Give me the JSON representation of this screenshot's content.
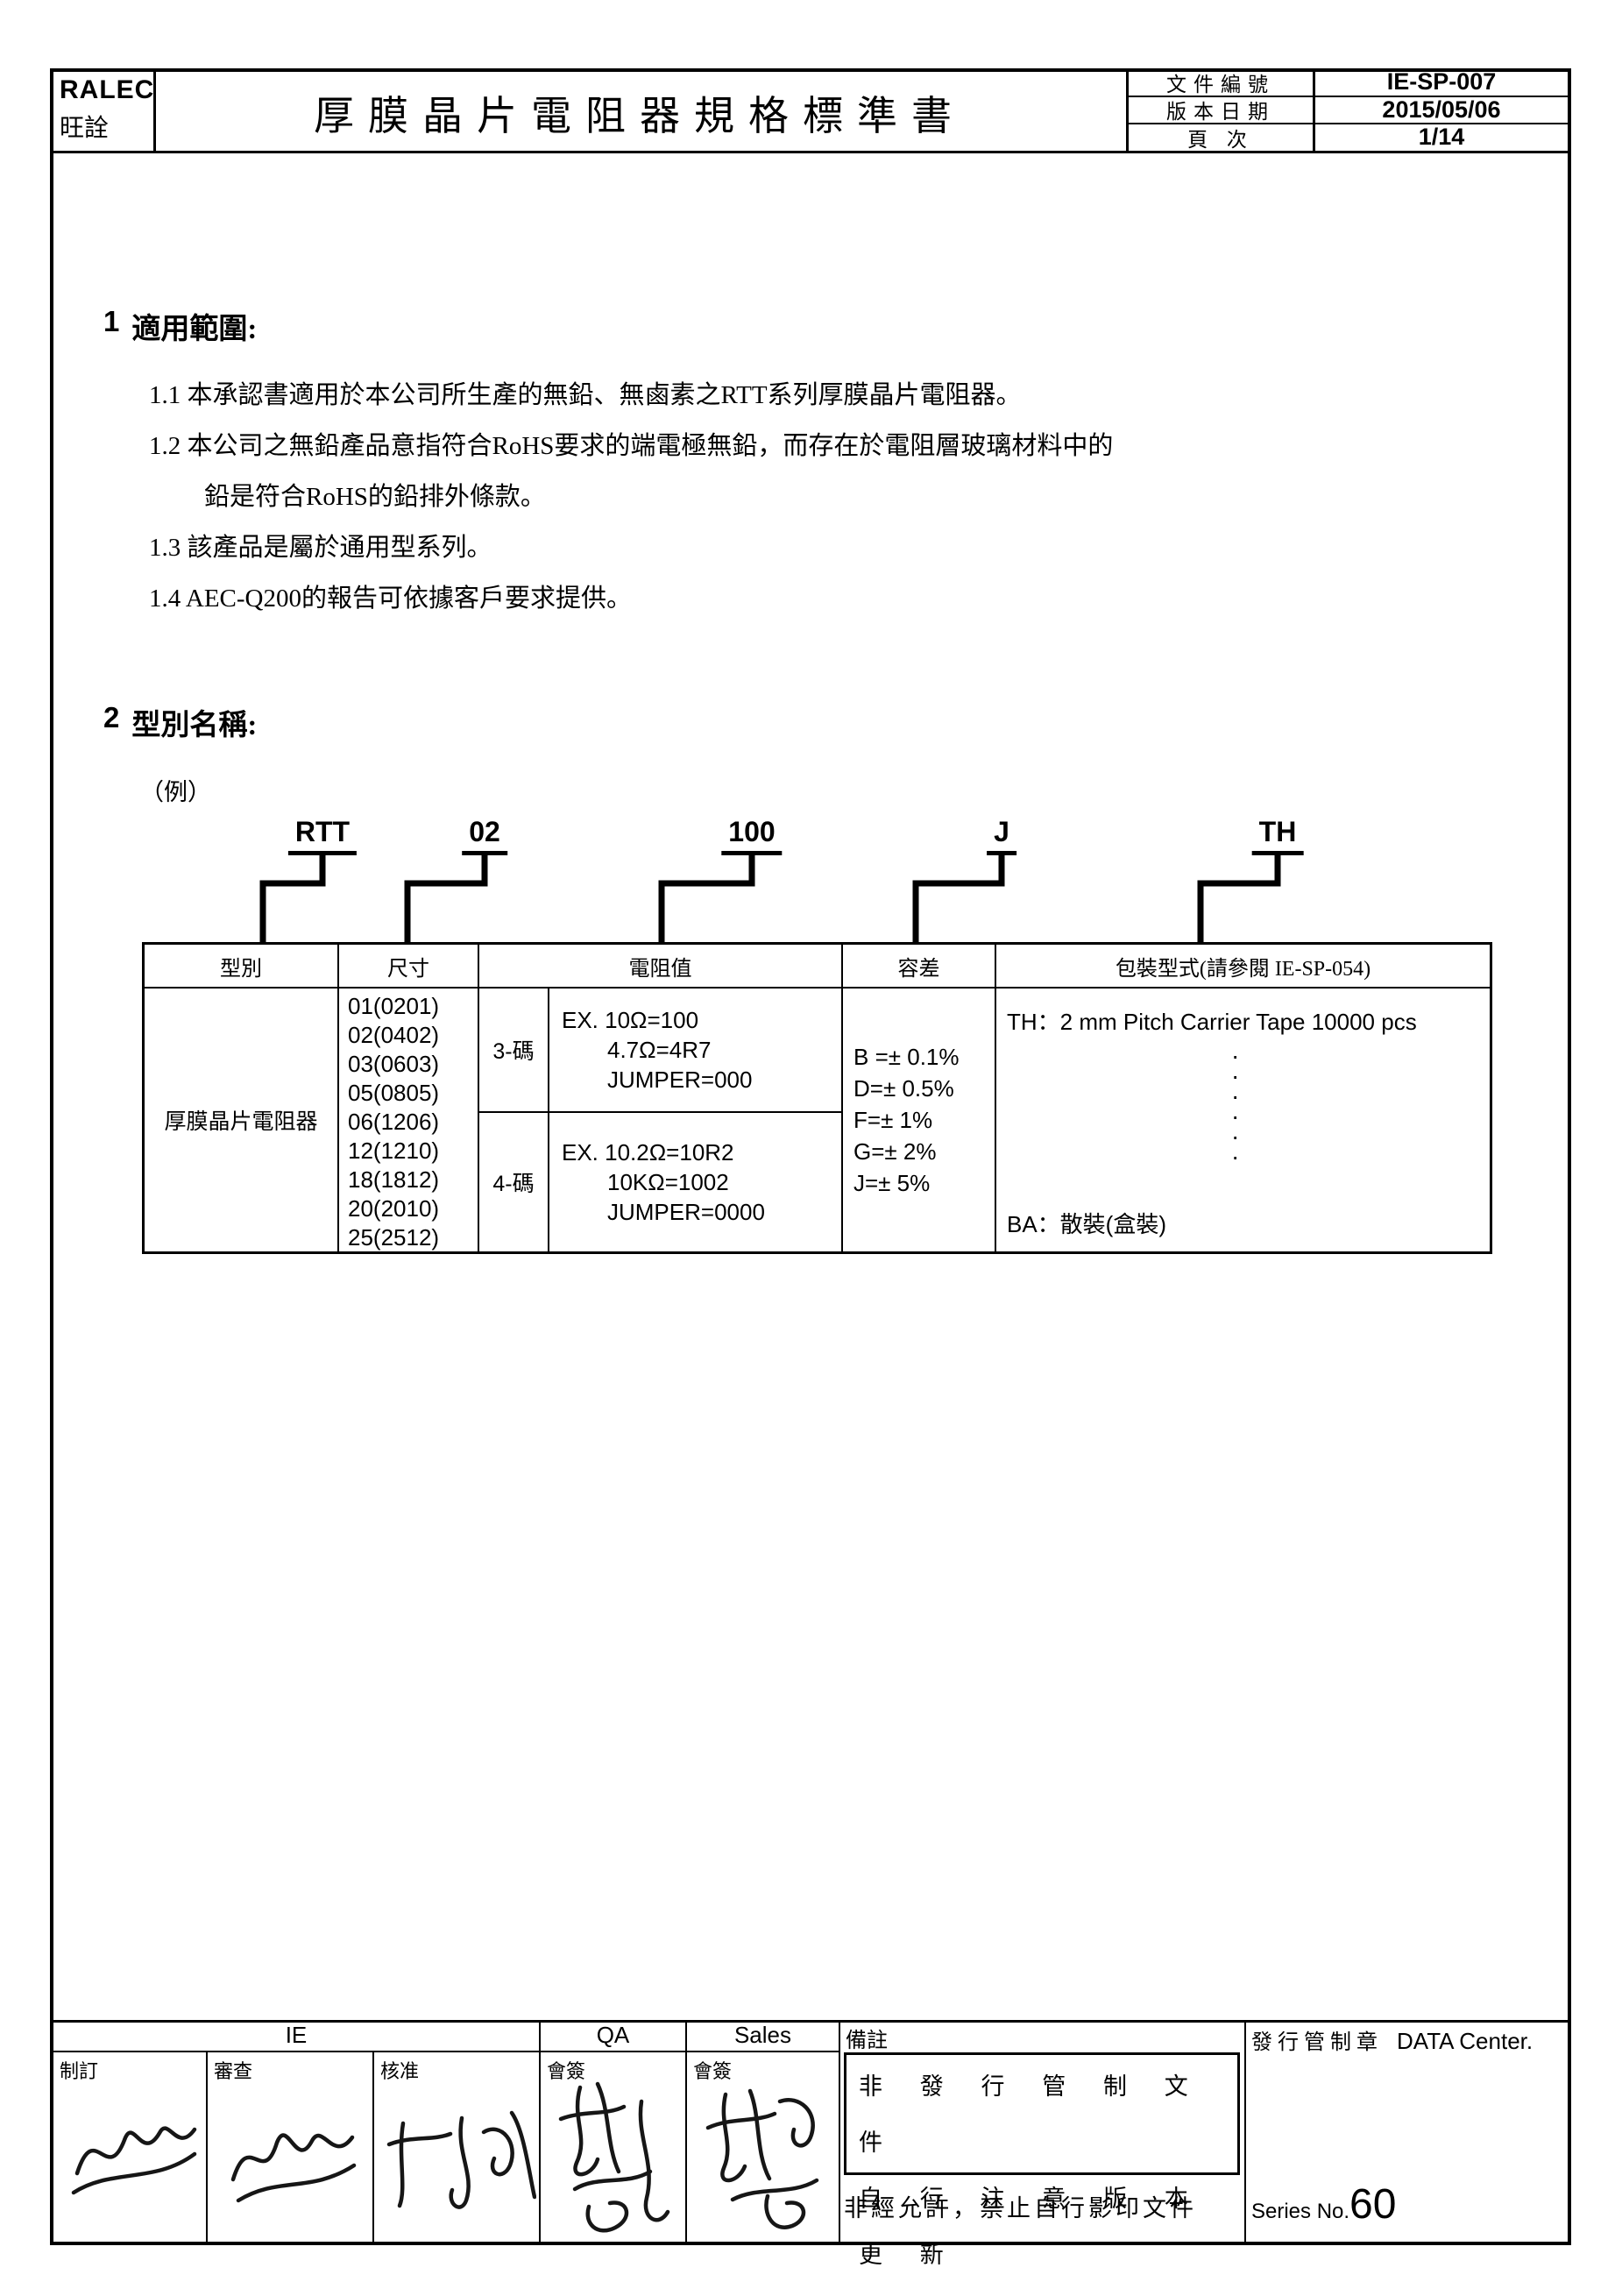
{
  "header": {
    "company": "RALEC",
    "company_cn": "旺詮",
    "title": "厚膜晶片電阻器規格標準書",
    "fields": [
      {
        "label": "文件編號",
        "value": "IE-SP-007"
      },
      {
        "label": "版本日期",
        "value": "2015/05/06"
      },
      {
        "label": "頁 次",
        "value": "1/14"
      }
    ]
  },
  "scope": {
    "heading_no": "1",
    "heading": "適用範圍:",
    "lines": [
      "1.1 本承認書適用於本公司所生產的無鉛、無鹵素之RTT系列厚膜晶片電阻器。",
      "1.2 本公司之無鉛產品意指符合RoHS要求的端電極無鉛，而存在於電阻層玻璃材料中的",
      "鉛是符合RoHS的鉛排外條款。",
      "1.3 該產品是屬於通用型系列。",
      "1.4 AEC-Q200的報告可依據客戶要求提供。"
    ]
  },
  "model": {
    "heading_no": "2",
    "heading": "型別名稱:",
    "example_label": "（例）",
    "codes": [
      "RTT",
      "02",
      "100",
      "J",
      "TH"
    ],
    "table": {
      "headers": [
        "型別",
        "尺寸",
        "電阻值",
        "容差",
        "包裝型式(請參閱 IE-SP-054)"
      ],
      "type": "厚膜晶片電阻器",
      "sizes": [
        "01(0201)",
        "02(0402)",
        "03(0603)",
        "05(0805)",
        "06(1206)",
        "12(1210)",
        "18(1812)",
        "20(2010)",
        "25(2512)"
      ],
      "res3_code": "3-碼",
      "res3_lines": [
        "EX. 10Ω=100",
        "4.7Ω=4R7",
        "JUMPER=000"
      ],
      "res4_code": "4-碼",
      "res4_lines": [
        "EX. 10.2Ω=10R2",
        "10KΩ=1002",
        "JUMPER=0000"
      ],
      "tolerances": [
        "B =± 0.1%",
        "D=± 0.5%",
        "F=± 1%",
        "G=± 2%",
        "J=± 5%"
      ],
      "pkg_top": "TH：2 mm Pitch Carrier Tape 10000 pcs",
      "pkg_dot": "·",
      "pkg_bottom": "BA：散裝(盒裝)"
    }
  },
  "footer": {
    "dept_ie": "IE",
    "dept_qa": "QA",
    "dept_sales": "Sales",
    "roles": [
      "制訂",
      "審查",
      "核准",
      "會簽",
      "會簽"
    ],
    "note_label": "備註",
    "note_box_line1": "非 發 行 管 制 文 件",
    "note_box_line2": "自 行 注 意 版 本 更 新",
    "note_bottom": "非經允許，禁止自行影印文件",
    "stamp_label": "發行管制章",
    "stamp_value": "DATA Center.",
    "series_label": "Series No.",
    "series_value": "60"
  }
}
